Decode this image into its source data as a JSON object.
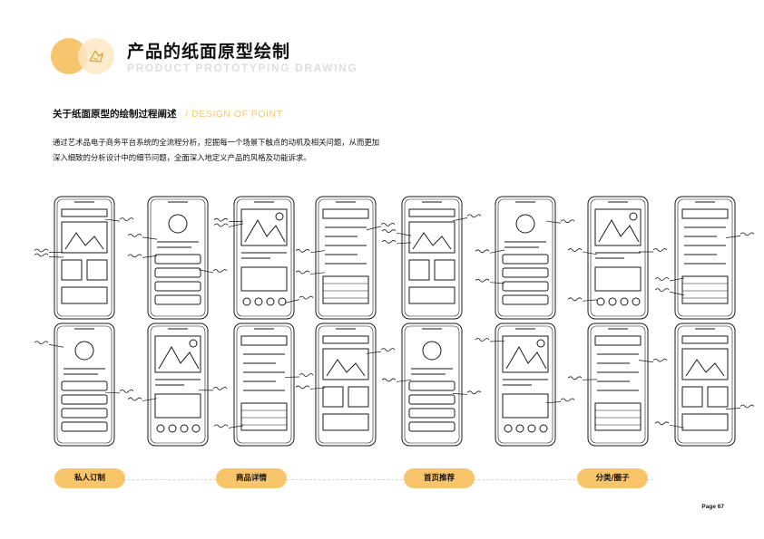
{
  "header": {
    "title": "产品的纸面原型绘制",
    "subtitle": "PRODUCT PROTOTYPING DRAWING"
  },
  "section": {
    "title": "关于纸面原型的绘制过程阐述",
    "separator": "/",
    "title_en": "DESIGN OF POINT"
  },
  "description": {
    "line1": "通过艺术品电子商务平台系统的全流程分析，挖掘每一个场景下触点的动机及相关问题，从而更加",
    "line2": "深入细致的分析设计中的细节问题，全面深入地定义产品的风格及功能诉求。"
  },
  "timeline": {
    "stages": [
      {
        "label": "私人订制"
      },
      {
        "label": "商品详情"
      },
      {
        "label": "首页推荐"
      },
      {
        "label": "分类/圈子"
      }
    ]
  },
  "footer": {
    "page": "Page 67"
  },
  "colors": {
    "accent": "#f7c56d",
    "accent_light": "#fde8c4",
    "pill": "#f9c56a",
    "subtitle_gray": "#dedede"
  }
}
